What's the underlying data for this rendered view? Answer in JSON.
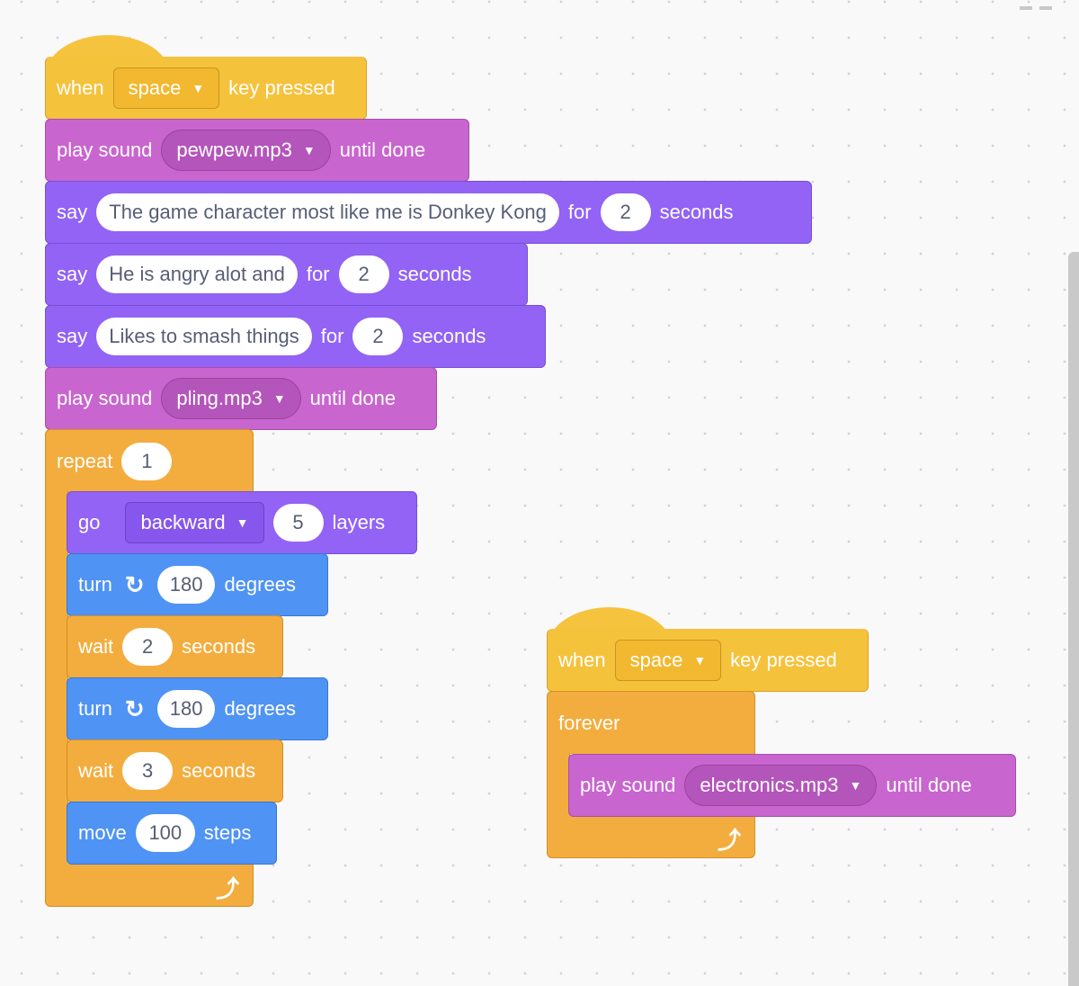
{
  "script1": {
    "hat": {
      "when": "when",
      "key": "space",
      "pressed": "key pressed"
    },
    "sound1": {
      "label": "play sound",
      "sound": "pewpew.mp3",
      "suffix": "until done"
    },
    "say1": {
      "label": "say",
      "text": "The game character most like me is Donkey Kong",
      "for": "for",
      "secs": "2",
      "suffix": "seconds"
    },
    "say2": {
      "label": "say",
      "text": "He is angry alot and",
      "for": "for",
      "secs": "2",
      "suffix": "seconds"
    },
    "say3": {
      "label": "say",
      "text": "Likes to smash things",
      "for": "for",
      "secs": "2",
      "suffix": "seconds"
    },
    "sound2": {
      "label": "play sound",
      "sound": "pling.mp3",
      "suffix": "until done"
    },
    "repeat": {
      "label": "repeat",
      "count": "1"
    },
    "go": {
      "label": "go",
      "dir": "backward",
      "num": "5",
      "suffix": "layers"
    },
    "turn1": {
      "label": "turn",
      "deg": "180",
      "suffix": "degrees"
    },
    "wait1": {
      "label": "wait",
      "secs": "2",
      "suffix": "seconds"
    },
    "turn2": {
      "label": "turn",
      "deg": "180",
      "suffix": "degrees"
    },
    "wait2": {
      "label": "wait",
      "secs": "3",
      "suffix": "seconds"
    },
    "move": {
      "label": "move",
      "steps": "100",
      "suffix": "steps"
    }
  },
  "script2": {
    "hat": {
      "when": "when",
      "key": "space",
      "pressed": "key pressed"
    },
    "forever": {
      "label": "forever"
    },
    "sound": {
      "label": "play sound",
      "sound": "electronics.mp3",
      "suffix": "until done"
    }
  },
  "icons": {
    "caret": "caret-down-icon",
    "rotate": "rotate-right-icon",
    "loop": "loop-arrow-icon"
  },
  "colors": {
    "events": "#f6c33f",
    "sound": "#c865ce",
    "looks": "#9263f5",
    "motion": "#4f93f5",
    "control": "#f3ad3e",
    "canvas": "#f9f9f9"
  }
}
